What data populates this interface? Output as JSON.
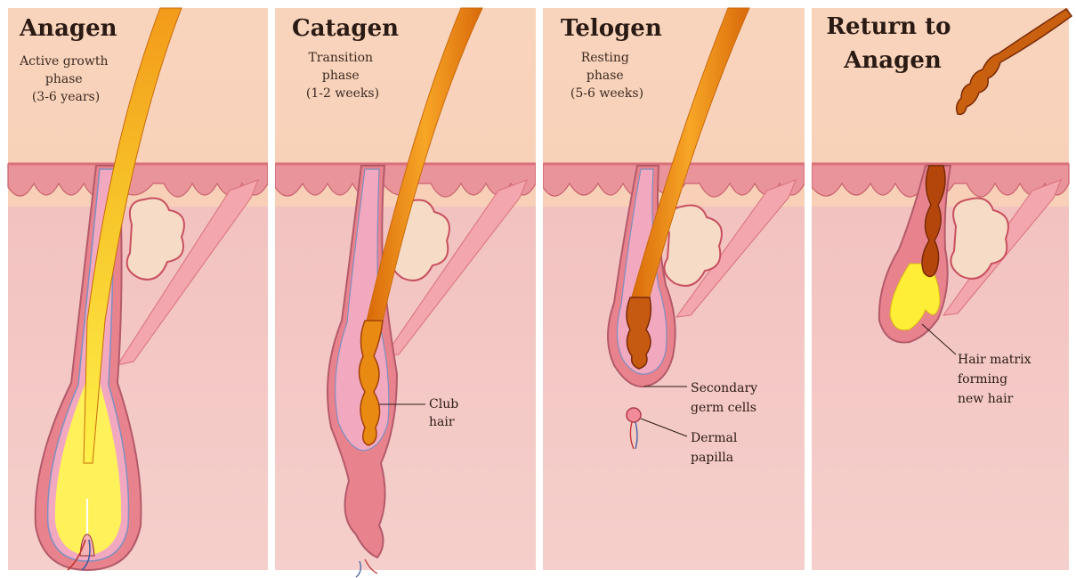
{
  "panels": [
    {
      "title": [
        "Anagen"
      ],
      "subtitle": [
        "Active growth",
        "phase",
        "(3-6 years)"
      ]
    },
    {
      "title": [
        "Catagen"
      ],
      "subtitle": [
        "Transition",
        "phase",
        "(1-2 weeks)"
      ]
    },
    {
      "title": [
        "Telogen"
      ],
      "subtitle": [
        "Resting",
        "phase",
        "(5-6 weeks)"
      ]
    },
    {
      "title": [
        "Return to",
        "Anagen"
      ],
      "subtitle": []
    }
  ],
  "annotations": {
    "club_hair": [
      "Club",
      "hair"
    ],
    "secondary_germ_cells": [
      "Secondary",
      "germ cells"
    ],
    "dermal_papilla": [
      "Dermal",
      "papilla"
    ],
    "hair_matrix": [
      "Hair matrix",
      "forming",
      "new hair"
    ]
  },
  "colors": {
    "background": "#f8d3bd",
    "epidermis": "#e9949b",
    "dermis": "#f3c4c0",
    "hair_orange": "#f0940e",
    "hair_yellow": "#ffea2b",
    "club_hair_brown": "#b4460b",
    "follicle_pink": "#e8838e",
    "text": "#2a1a14"
  }
}
